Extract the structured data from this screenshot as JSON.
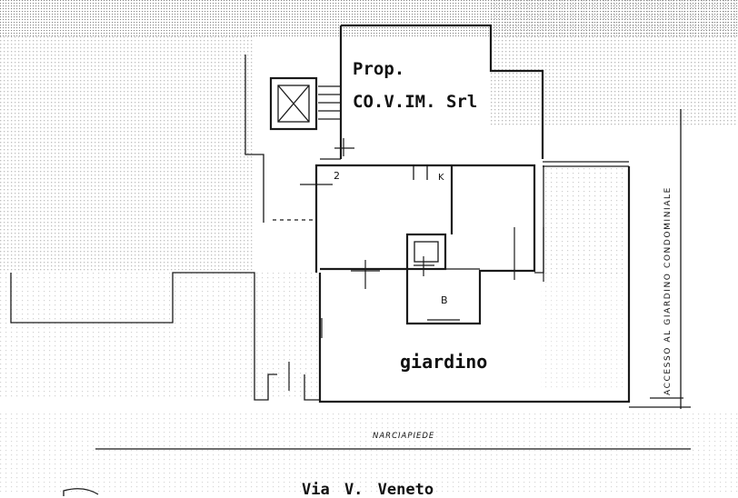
{
  "owner": {
    "line1": "Prop.",
    "line2": "CO.V.IM. Srl"
  },
  "rooms": {
    "kitchen_letter": "K",
    "room_number": "2",
    "bathroom_letter": "B",
    "garden": "giardino"
  },
  "labels": {
    "sidewalk": "NARCIAPIEDE",
    "condo_access": "ACCESSO AL GIARDINO CONDOMINIALE",
    "street": "Via V. Veneto"
  }
}
